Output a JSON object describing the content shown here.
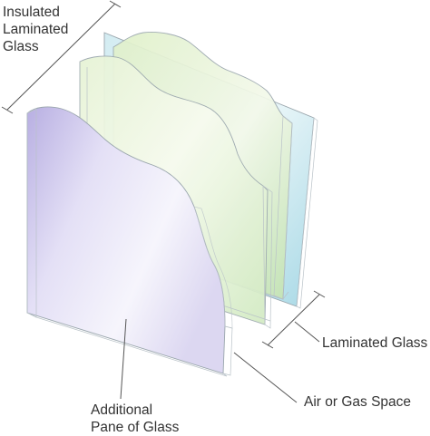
{
  "labels": {
    "insulated": [
      "Insulated",
      "Laminated",
      "Glass"
    ],
    "laminated_glass": "Laminated Glass",
    "air_space": "Air or Gas Space",
    "additional": [
      "Additional",
      "Pane of Glass"
    ]
  },
  "colors": {
    "back_pane_blue": "#bfe3ea",
    "back_pane_green": "#d6ecc4",
    "middle_pane_green": "#e2f2cf",
    "front_pane_purple": "#c9c2ea",
    "outline": "#9aa6ad",
    "leader_line": "#555555",
    "text": "#333333"
  }
}
